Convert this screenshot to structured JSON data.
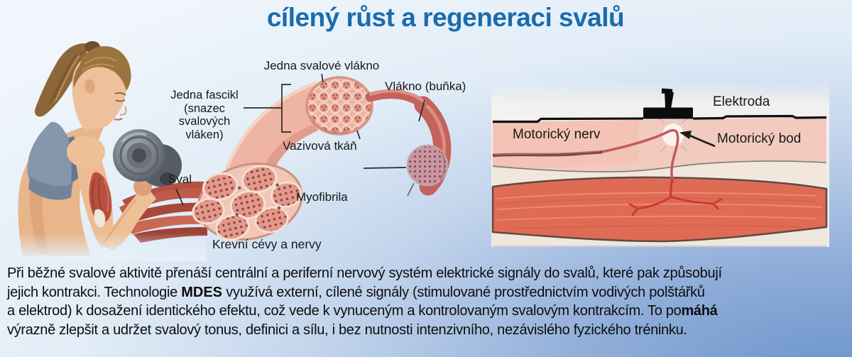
{
  "title": "cílený růst a regeneraci svalů",
  "colors": {
    "title_blue": "#1a6cae",
    "background_blue": "#6c94ca",
    "muscle_red": "#e06b55",
    "nerve_red": "#c25a64",
    "nerve_branch_red": "#c63c30",
    "dermis_pink": "#f2cbbe",
    "electrode_black": "#0c0c0c",
    "text_dark": "#0d0d0d"
  },
  "anatomy_labels": {
    "single_fiber": "Jedna svalové vlákno",
    "fascicle": "Jedna fascikl\n(snazec svalových\nvláken)",
    "fiber_cell": "Vlákno (buňka)",
    "connective_tissue": "Vazivová tkáň",
    "muscle": "Sval",
    "myofibril": "Myofibrila",
    "vessels_nerves": "Krevní cévy a nervy"
  },
  "stimulation_labels": {
    "electrode": "Elektroda",
    "motor_nerve": "Motorický nerv",
    "motor_point": "Motorický bod"
  },
  "paragraph": {
    "line1": "Při běžné svalové aktivitě přenáší centrální a periferní nervový systém elektrické signály do svalů, které pak způsobují",
    "line2_before_brand": "jejich kontrakci. Technologie ",
    "brand": "MDES",
    "line2_after_brand": " využívá externí, cílené signály (stimulované prostřednictvím vodivých polštářků",
    "line3_before_bold": "a elektrod) k dosažení identického efektu, což vede k vynuceným a kontrolovaným svalovým kontrakcím. To po",
    "line3_bold": "máhá",
    "line4": "výrazně zlepšit a udržet svalový tonus, definici a sílu, i bez nutnosti intenzivního, nezávislého fyzického tréninku."
  }
}
